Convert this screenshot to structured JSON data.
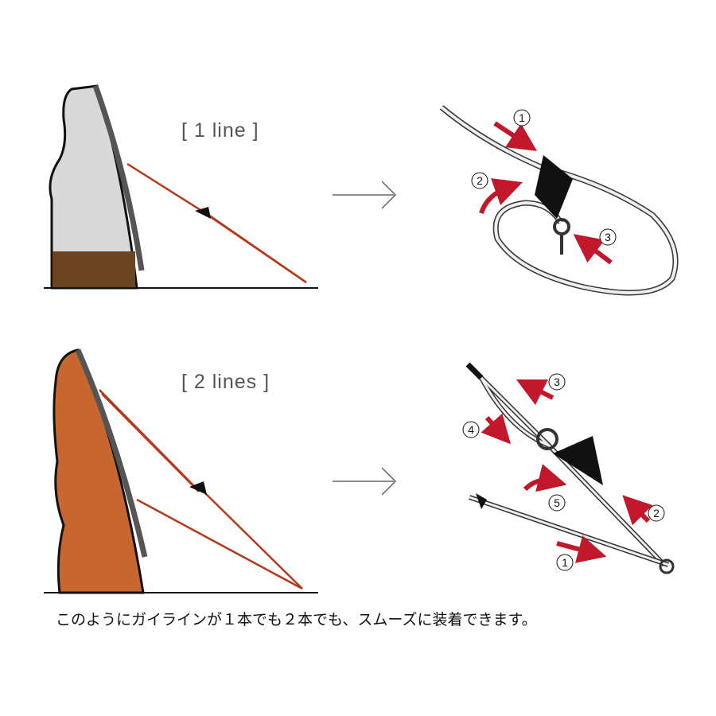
{
  "top_panel": {
    "label": "[ 1 line ]",
    "steps": [
      "1",
      "2",
      "3"
    ]
  },
  "bottom_panel": {
    "label": "[ 2 lines ]",
    "steps": [
      "1",
      "2",
      "3",
      "4",
      "5"
    ]
  },
  "caption": "このようにガイラインが１本でも２本でも、スムーズに装着できます。",
  "colors": {
    "arrow": "#c3172b",
    "tent_top": "#d9d9d9",
    "tent_bottom": "#c8662f",
    "band": "#6b4421",
    "guyline": "#b33a1a"
  }
}
